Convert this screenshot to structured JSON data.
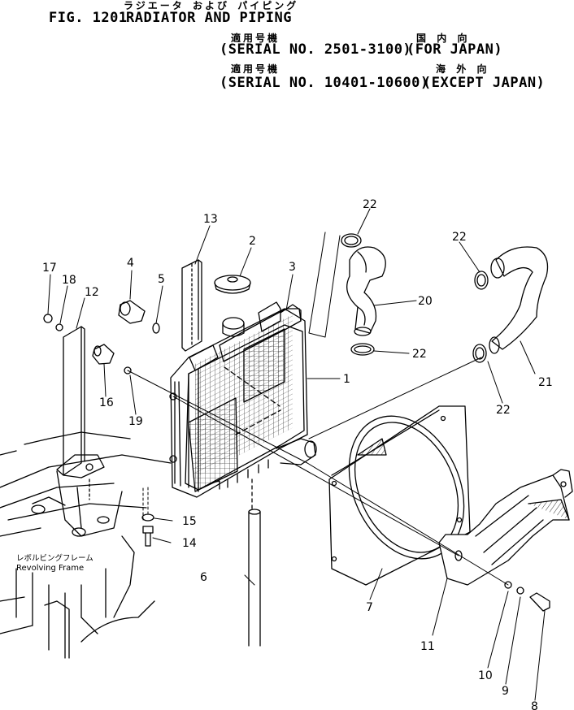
{
  "header": {
    "jp_title": "ラジエータ および パイピング",
    "fig_label": "FIG. 1201",
    "title": "RADIATOR AND PIPING",
    "serial_1_jp": "適用号機",
    "serial_1": "(SERIAL NO. 2501-3100)",
    "region_1_jp": "国 内 向",
    "region_1": "(FOR JAPAN)",
    "serial_2_jp": "適用号機",
    "serial_2": "(SERIAL NO. 10401-10600)",
    "region_2_jp": "海 外 向",
    "region_2": "(EXCEPT JAPAN)"
  },
  "frame_label": {
    "jp": "レボルビングフレーム",
    "en": "Revolving Frame"
  },
  "callouts": [
    "1",
    "2",
    "3",
    "4",
    "5",
    "6",
    "7",
    "8",
    "9",
    "10",
    "11",
    "12",
    "13",
    "14",
    "15",
    "16",
    "17",
    "18",
    "19",
    "20",
    "21",
    "22"
  ]
}
